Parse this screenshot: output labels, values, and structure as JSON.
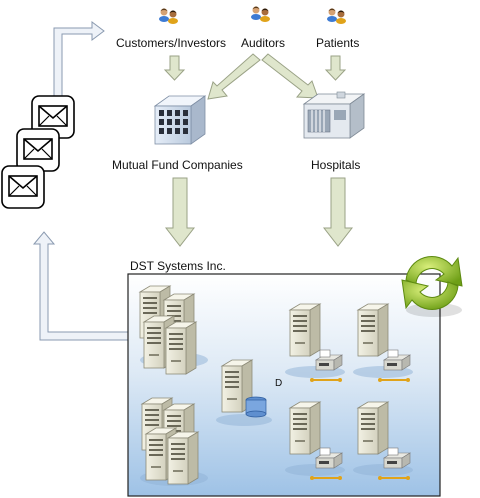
{
  "labels": {
    "customers": "Customers/Investors",
    "auditors": "Auditors",
    "patients": "Patients",
    "mutual_funds": "Mutual Fund Companies",
    "hospitals": "Hospitals",
    "dst": "DST Systems Inc.",
    "server_d": "D"
  },
  "icons": {
    "people": "people-group-icon",
    "building": "office-building-icon",
    "hospital": "hospital-building-icon",
    "envelope": "envelope-icon",
    "server": "server-tower-icon",
    "printer": "printer-icon",
    "database": "database-cylinder-icon",
    "sync": "refresh-cycle-icon"
  },
  "colors": {
    "arrow_fill": "#dfe6cc",
    "arrow_stroke": "#9aa286",
    "return_arrow_fill": "#eef2f8",
    "return_arrow_stroke": "#8a9ab0",
    "dst_box_top": "#ffffff",
    "dst_box_bottom": "#a9c9e8",
    "sync_green": "#8dbb2a"
  }
}
